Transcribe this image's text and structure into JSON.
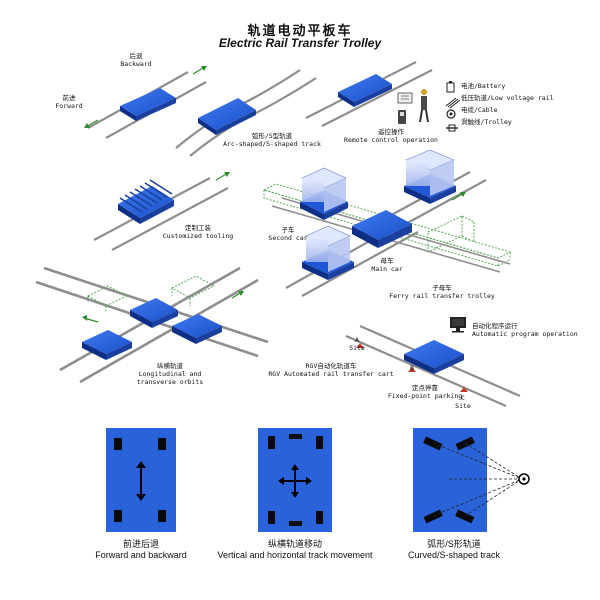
{
  "title": {
    "cn": "轨道电动平板车",
    "en": "Electric Rail Transfer Trolley"
  },
  "scenes": {
    "backward": {
      "cn": "后退",
      "en": "Backward"
    },
    "forward": {
      "cn": "前进",
      "en": "Forward"
    },
    "arc": {
      "cn": "弧形/S型轨道",
      "en": "Arc-shaped/S-shaped track"
    },
    "remote": {
      "cn": "遥控操作",
      "en": "Remote control operation"
    },
    "tooling": {
      "cn": "定制工装",
      "en": "Customized tooling"
    },
    "second_car": {
      "cn": "子车",
      "en": "Second car"
    },
    "main_car": {
      "cn": "母车",
      "en": "Main car"
    },
    "ferry": {
      "cn": "子母车",
      "en": "Ferry rail transfer trolley"
    },
    "orbits": {
      "cn": "纵横轨道",
      "en1": "Longitudinal and",
      "en2": "transverse orbits"
    },
    "rgv": {
      "cn": "RGV自动化轨道车",
      "en": "RGV Automated rail transfer cart"
    },
    "program": {
      "cn": "自动化程序运行",
      "en": "Automatic program operation"
    },
    "parking": {
      "cn": "定点停靠",
      "en": "Fixed-point parking"
    },
    "site_a": {
      "letter": "A",
      "word": "Site"
    },
    "site_b": {
      "letter": "B"
    },
    "site_c": {
      "letter": "C",
      "word": "Site"
    }
  },
  "power_legend": [
    {
      "icon": "battery-icon",
      "label": "电池/Battery"
    },
    {
      "icon": "low-voltage-rail-icon",
      "label": "低压轨道/Low voltage rail"
    },
    {
      "icon": "cable-icon",
      "label": "电缆/Cable"
    },
    {
      "icon": "trolley-line-icon",
      "label": "滑触线/Trolley"
    }
  ],
  "motion_modes": [
    {
      "cn": "前进后退",
      "en": "Forward and backward"
    },
    {
      "cn": "纵横轨道移动",
      "en": "Vertical and horizontal track movement"
    },
    {
      "cn": "弧形/S形轨道",
      "en": "Curved/S-shaped track"
    }
  ],
  "colors": {
    "trolley": "#1f57d6",
    "trolley_dark": "#0f2f86",
    "panel": "#2a63d9",
    "rail": "#8e8e8e",
    "arrow": "#2e8b2e",
    "frame": "#5aa85a"
  }
}
